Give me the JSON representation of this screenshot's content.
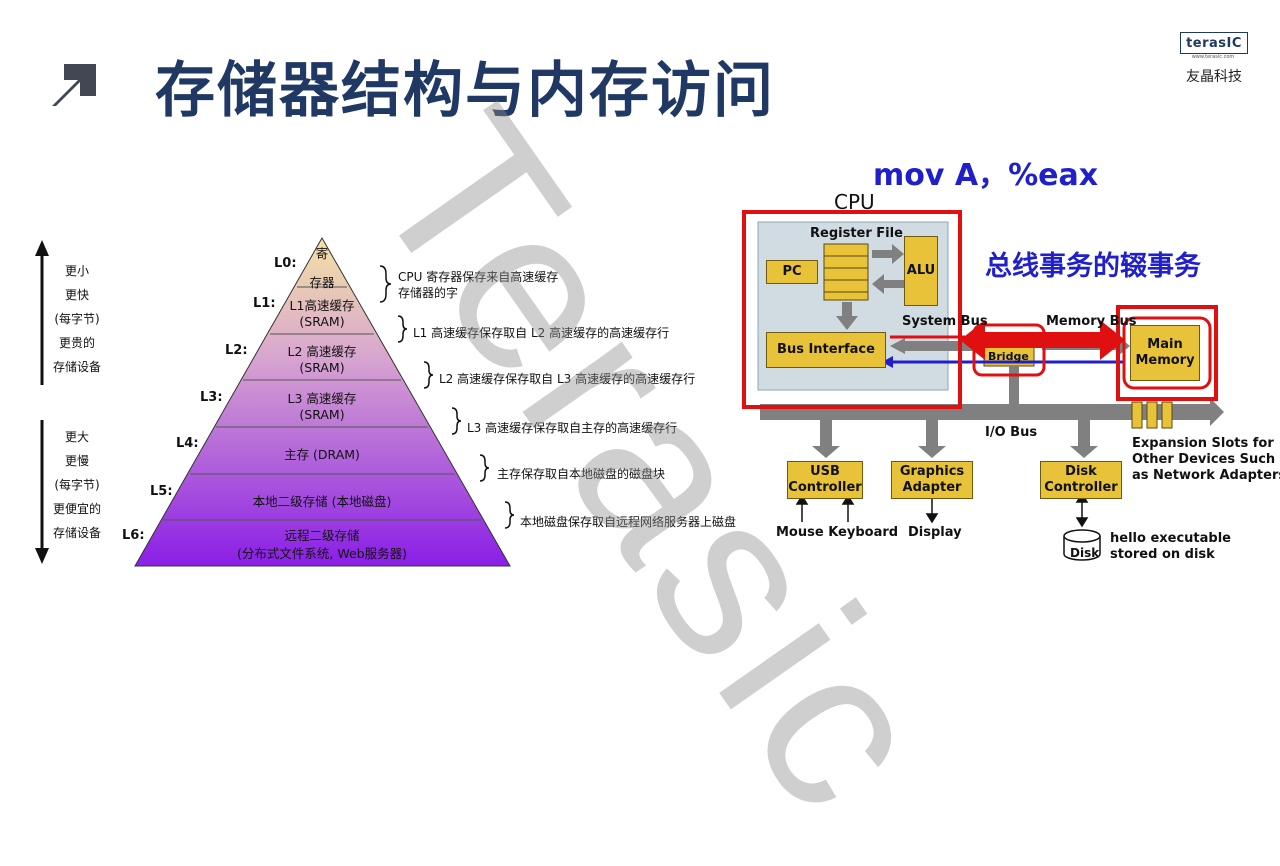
{
  "header": {
    "title": "存储器结构与内存访问",
    "logo_text": "terasIC",
    "logo_url": "www.terasic.com",
    "logo_cn": "友晶科技"
  },
  "hierarchy": {
    "side_top": [
      "更小",
      "更快",
      "(每字节)",
      "更贵的",
      "存储设备"
    ],
    "side_bottom": [
      "更大",
      "更慢",
      "(每字节)",
      "更便宜的",
      "存储设备"
    ],
    "levels": [
      {
        "id": "L0:",
        "line1": "寄",
        "line2": "存器",
        "note": "CPU 寄存器保存来自高速缓存",
        "note2": "存储器的字"
      },
      {
        "id": "L1:",
        "line1": "L1高速缓存",
        "line2": "(SRAM)",
        "note": "L1 高速缓存保存取自 L2 高速缓存的高速缓存行",
        "note2": ""
      },
      {
        "id": "L2:",
        "line1": "L2 高速缓存",
        "line2": "(SRAM)",
        "note": "L2 高速缓存保存取自 L3 高速缓存的高速缓存行",
        "note2": ""
      },
      {
        "id": "L3:",
        "line1": "L3 高速缓存",
        "line2": "(SRAM)",
        "note": "L3 高速缓存保存取自主存的高速缓存行",
        "note2": ""
      },
      {
        "id": "L4:",
        "line1": "主存 (DRAM)",
        "line2": "",
        "note": "主存保存取自本地磁盘的磁盘块",
        "note2": ""
      },
      {
        "id": "L5:",
        "line1": "本地二级存储 (本地磁盘)",
        "line2": "",
        "note": "本地磁盘保存取自远程网络服务器上磁盘",
        "note2": ""
      },
      {
        "id": "L6:",
        "line1": "远程二级存储",
        "line2": "(分布式文件系统, Web服务器)",
        "note": "",
        "note2": ""
      }
    ]
  },
  "system": {
    "instruction": "mov A，%eax",
    "cpu_label": "CPU",
    "bus_transaction": "总线事务的辍事务",
    "register_file": "Register File",
    "pc": "PC",
    "alu": "ALU",
    "bus_interface": "Bus Interface",
    "system_bus": "System Bus",
    "memory_bus": "Memory Bus",
    "bridge": "Bridge",
    "main_memory_1": "Main",
    "main_memory_2": "Memory",
    "io_bus": "I/O Bus",
    "usb_1": "USB",
    "usb_2": "Controller",
    "graphics_1": "Graphics",
    "graphics_2": "Adapter",
    "disk_ctrl_1": "Disk",
    "disk_ctrl_2": "Controller",
    "expansion_1": "Expansion Slots for",
    "expansion_2": "Other Devices Such",
    "expansion_3": "as Network Adapters",
    "mouse_keyboard": "Mouse Keyboard",
    "display": "Display",
    "disk": "Disk",
    "hello_1": "hello executable",
    "hello_2": "stored on disk"
  },
  "watermark": "Terasic",
  "colors": {
    "title": "#1f3864",
    "blue_text": "#1f1fcc",
    "highlight_red": "#e01010",
    "block_yellow": "#e8c33a",
    "bus_gray": "#808080"
  }
}
